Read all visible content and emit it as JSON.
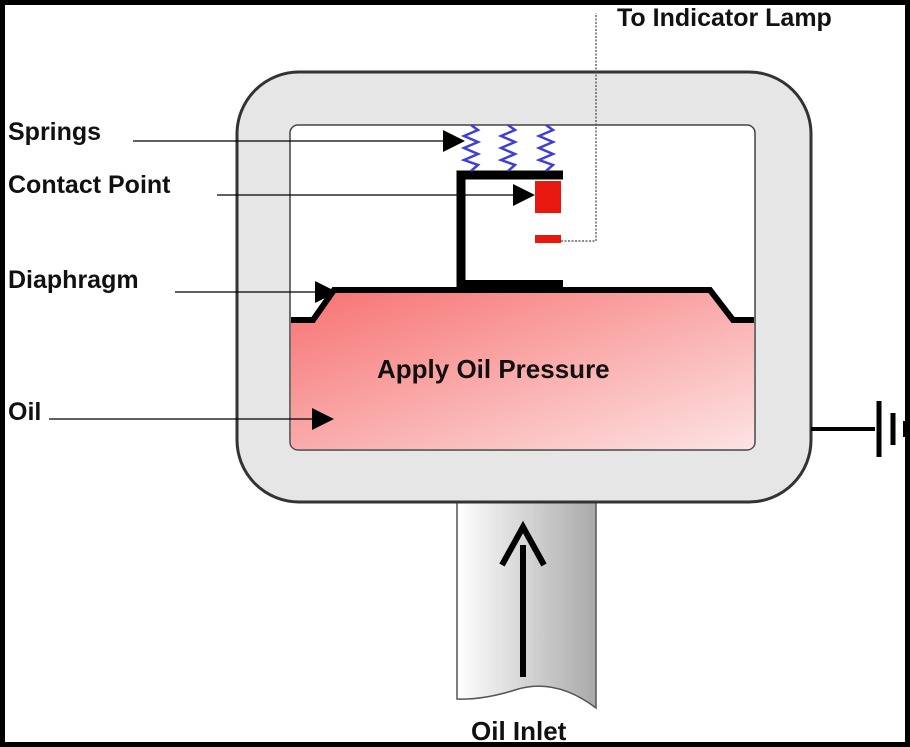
{
  "labels": {
    "springs": "Springs",
    "contact_point": "Contact Point",
    "diaphragm": "Diaphragm",
    "oil": "Oil",
    "indicator_lamp": "To Indicator Lamp",
    "apply_oil_pressure": "Apply Oil Pressure",
    "oil_inlet": "Oil Inlet"
  },
  "colors": {
    "housing_fill": "#e6e6e6",
    "housing_stroke": "#333333",
    "oil_dark": "#f77272",
    "oil_light": "#fde3e3",
    "contact_red": "#e8170f",
    "spring_blue": "#3f3fd8",
    "pipe_light": "#ffffff",
    "pipe_dark": "#a9a9a9"
  }
}
